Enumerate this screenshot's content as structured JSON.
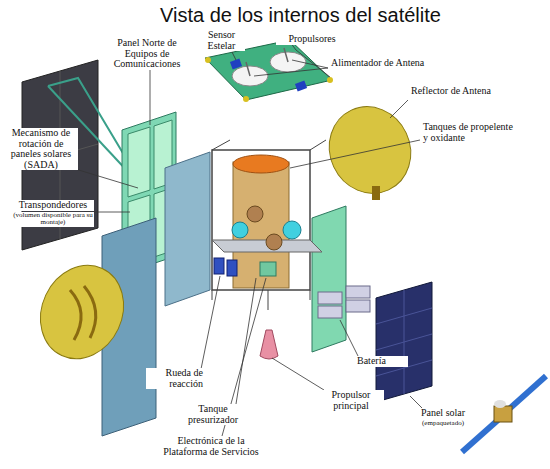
{
  "diagram": {
    "title": "Vista de los internos del satélite",
    "labels": [
      "Panel Norte de Equipos de Comunicaciones",
      "Sensor Estelar",
      "Propulsores",
      "Alimentador de Antena",
      "Reflector de Antena",
      "Tanques de propelente y oxidante",
      "Mecanismo de rotación de paneles solares (SADA)",
      "Transpondedores",
      "(volumen disponible para su montaje)",
      "Rueda de reacción",
      "Tanque presurizador",
      "Electrónica de la Plataforma de Servicios",
      "Propulsor principal",
      "Batería",
      "Panel solar",
      "(empaquetado)"
    ]
  }
}
